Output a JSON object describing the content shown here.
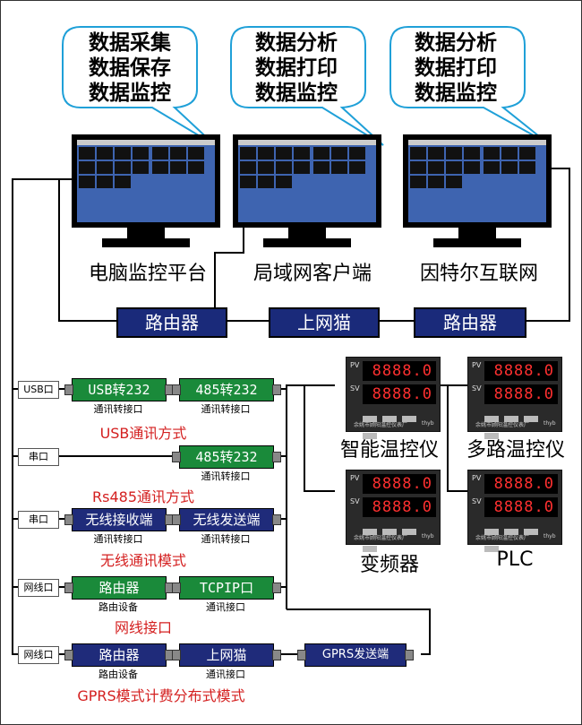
{
  "bubbles": [
    [
      "数据采集",
      "数据保存",
      "数据监控"
    ],
    [
      "数据分析",
      "数据打印",
      "数据监控"
    ],
    [
      "数据分析",
      "数据打印",
      "数据监控"
    ]
  ],
  "monitors": [
    "电脑监控平台",
    "局域网客户端",
    "因特尔互联网"
  ],
  "network": [
    "路由器",
    "上网猫",
    "路由器"
  ],
  "rows": {
    "r1": {
      "port": "USB口",
      "box1": "USB转232",
      "box1_sub": "通讯转接口",
      "box2": "485转232",
      "box2_sub": "通讯转接口",
      "title": "USB通讯方式"
    },
    "r2": {
      "port": "串口",
      "box2": "485转232",
      "box2_sub": "通讯转接口",
      "title": "Rs485通讯方式"
    },
    "r3": {
      "port": "串口",
      "box1": "无线接收端",
      "box1_sub": "通讯转接口",
      "box2": "无线发送端",
      "box2_sub": "通讯转接口",
      "title": "无线通讯模式"
    },
    "r4": {
      "port": "网线口",
      "box1": "路由器",
      "box1_sub": "路由设备",
      "box2": "TCPIP口",
      "box2_sub": "通讯接口",
      "title": "网线接口"
    },
    "r5": {
      "port": "网线口",
      "box1": "路由器",
      "box1_sub": "路由设备",
      "box2": "上网猫",
      "box2_sub": "通讯接口",
      "title": "GPRS模式计费分布式模式"
    }
  },
  "gprs": "GPRS发送端",
  "devices": {
    "d1": "智能温控仪",
    "d2": "多路温控仪",
    "d3": "变频器",
    "d4": "PLC"
  },
  "controller": {
    "pv": "PV",
    "sv": "SV",
    "display": "8888.0",
    "maker": "余姚市顾阳温控仪表厂",
    "brand": "thyb"
  }
}
